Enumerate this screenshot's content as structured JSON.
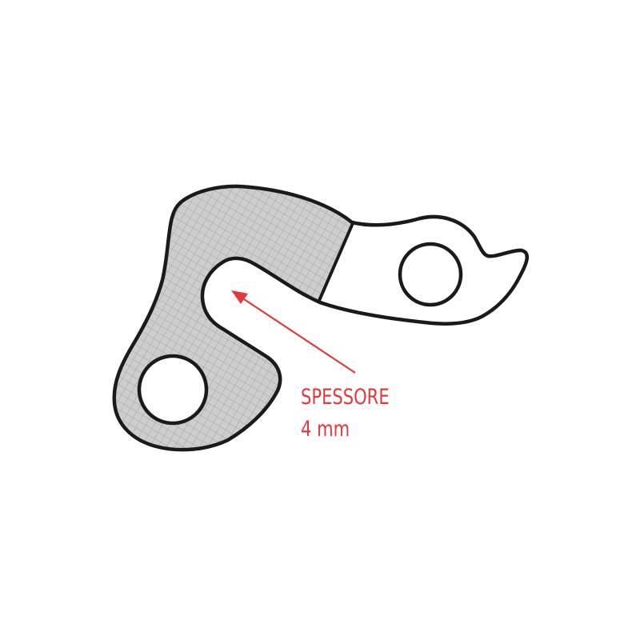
{
  "diagram": {
    "subject": "derailleur-hanger",
    "annotation": {
      "line1": "SPESSORE",
      "line2": "4 mm"
    },
    "colors": {
      "outline": "#1a1a1a",
      "hatch_fill": "#c9c9c9",
      "hatch_line": "#9a9a9a",
      "annotation": "#e2393a"
    }
  }
}
